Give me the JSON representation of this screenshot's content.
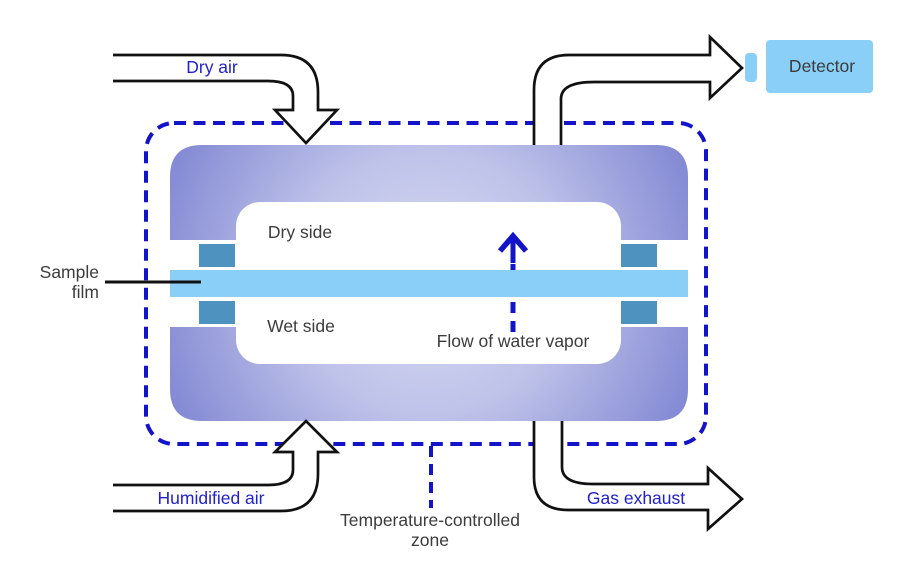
{
  "labels": {
    "dry_air": "Dry air",
    "humidified_air": "Humidified air",
    "gas_exhaust": "Gas exhaust",
    "detector": "Detector",
    "dry_side": "Dry side",
    "wet_side": "Wet side",
    "vapor_flow": "Flow of water vapor",
    "sample_film": {
      "line1": "Sample",
      "line2": "film"
    },
    "temp_zone": {
      "line1": "Temperature-controlled",
      "line2": "zone"
    }
  },
  "colors": {
    "label_blue": "#2121CE",
    "dash_blue": "#1313C9",
    "film_blue": "#8ACFF8",
    "clamp_blue": "#4E93BF",
    "chamber_edge": "#7E84D2",
    "chamber_center": "#D8DBF2",
    "detector_fill": "#8ACFF8",
    "outline_black": "#111111",
    "text_dark": "#3C3C3C"
  }
}
